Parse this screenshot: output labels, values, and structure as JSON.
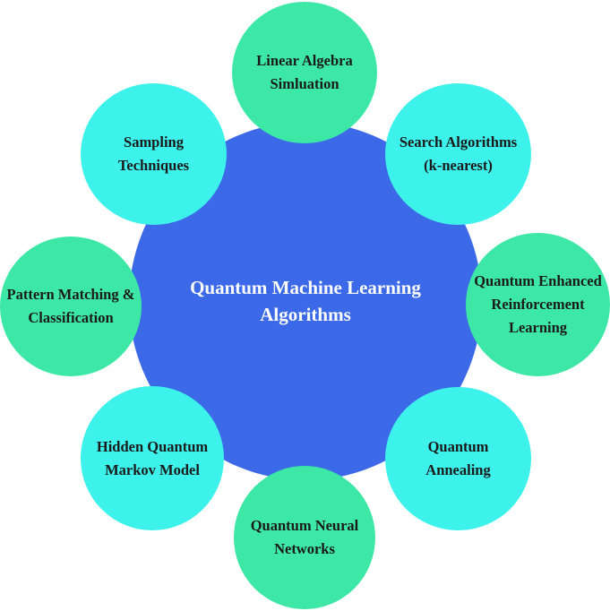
{
  "center": {
    "title": "Quantum Machine Learning Algorithms"
  },
  "nodes": [
    "Linear Algebra Simluation",
    "Search Algorithms (k-nearest)",
    "Quantum Enhanced Reinforcement Learning",
    "Quantum Annealing",
    "Quantum Neural Networks",
    "Hidden Quantum Markov Model",
    "Pattern Matching & Classification",
    "Sampling Techniques"
  ],
  "colors": {
    "center_fill": "#3b69e8",
    "green_fill": "#3de8a6",
    "cyan_fill": "#3ef2ec",
    "center_text": "#ffffff",
    "node_text": "#1a1a1a"
  }
}
